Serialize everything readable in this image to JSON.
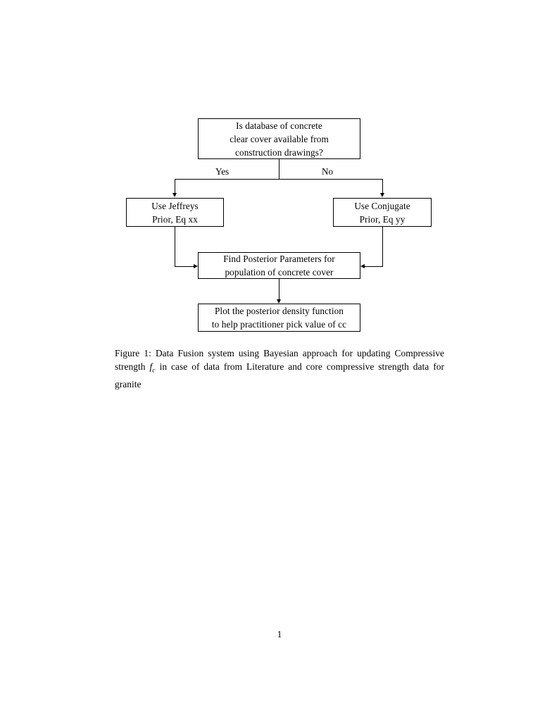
{
  "document": {
    "page_number": "1",
    "background_color": "#ffffff",
    "text_color": "#000000"
  },
  "figure": {
    "type": "flowchart",
    "nodes": [
      {
        "id": "decision",
        "name": "decision-database-available",
        "lines": [
          "Is database of concrete",
          "clear cover available from",
          "construction drawings?"
        ]
      },
      {
        "id": "jeffreys",
        "name": "use-jeffreys-prior",
        "lines": [
          "Use Jeffreys",
          "Prior, Eq xx"
        ]
      },
      {
        "id": "conjugate",
        "name": "use-conjugate-prior",
        "lines": [
          "Use Conjugate",
          "Prior, Eq yy"
        ]
      },
      {
        "id": "posterior",
        "name": "find-posterior-parameters",
        "lines": [
          "Find Posterior Parameters for",
          "population of concrete cover"
        ]
      },
      {
        "id": "plot",
        "name": "plot-posterior-density",
        "lines": [
          "Plot the posterior density function",
          "to help practitioner pick value of cc"
        ]
      }
    ],
    "edge_labels": {
      "yes": "Yes",
      "no": "No"
    }
  },
  "caption": {
    "label": "Figure 1:",
    "text_part_1": "Data Fusion system using Bayesian approach for updating Compressive strength",
    "math_symbol": "f",
    "math_subscript": "c",
    "text_part_2": "in case of data from Literature and core compressive strength data for granite"
  }
}
